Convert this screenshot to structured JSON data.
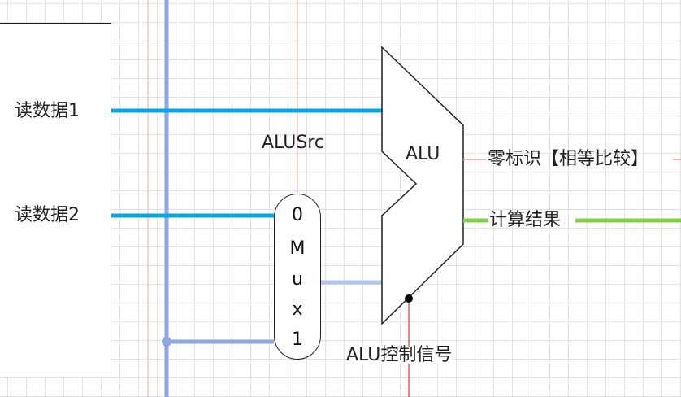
{
  "register_file": {
    "read_data_1": "读数据1",
    "read_data_2": "读数据2"
  },
  "alusrc_label": "ALUSrc",
  "mux": {
    "input_0": "0",
    "letters": [
      "M",
      "u",
      "x"
    ],
    "input_1": "1"
  },
  "alu": {
    "label": "ALU",
    "zero_flag": "零标识【相等比较】",
    "result": "计算结果",
    "control_signal": "ALU控制信号"
  },
  "colors": {
    "bus_cyan": "#0aa5e0",
    "bus_blue": "#8ea6df",
    "mux_output": "#b3c3ea",
    "result_green": "#86c850",
    "thin_red": "#e8a08c",
    "guide_pink": "#f4c4c4"
  }
}
